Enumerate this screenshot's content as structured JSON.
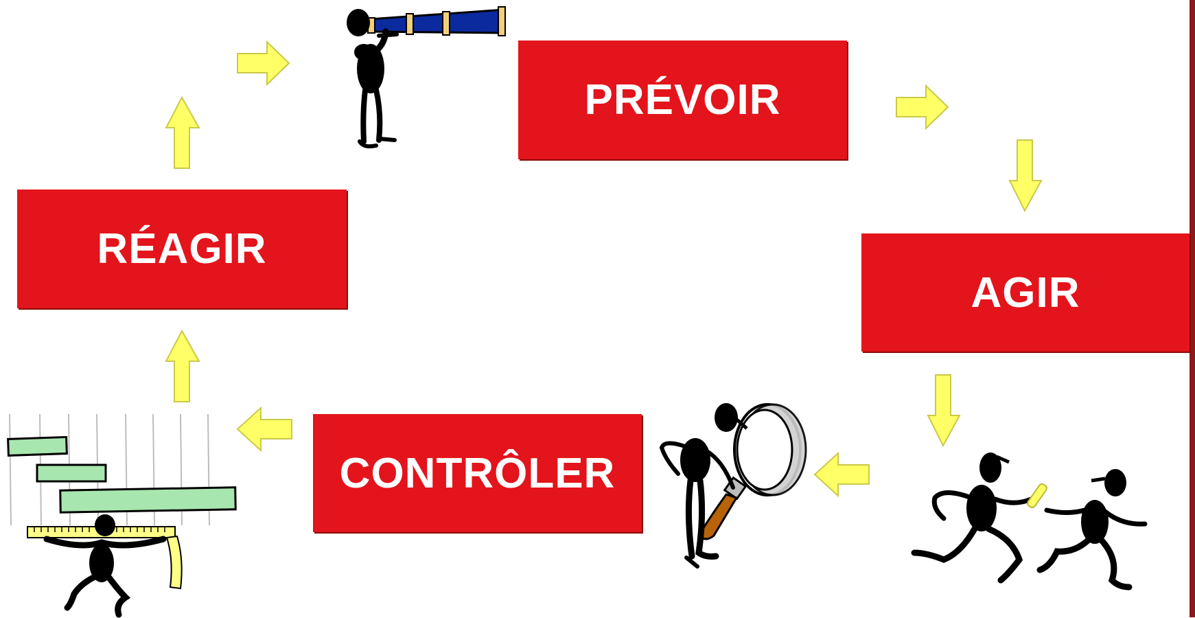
{
  "steps": [
    {
      "key": "prevoir",
      "label": "PRÉVOIR"
    },
    {
      "key": "agir",
      "label": "AGIR"
    },
    {
      "key": "controler",
      "label": "CONTRÔLER"
    },
    {
      "key": "reagir",
      "label": "RÉAGIR"
    }
  ],
  "colors": {
    "box_fill": "#e3141b",
    "box_text": "#ffffff",
    "arrow_fill": "#ffff66",
    "edge_bar": "#8c1a1a"
  },
  "illustrations": [
    {
      "name": "telescope-figure-icon"
    },
    {
      "name": "runners-baton-icon"
    },
    {
      "name": "magnifier-figure-icon"
    },
    {
      "name": "gantt-chart-figure-icon"
    }
  ]
}
